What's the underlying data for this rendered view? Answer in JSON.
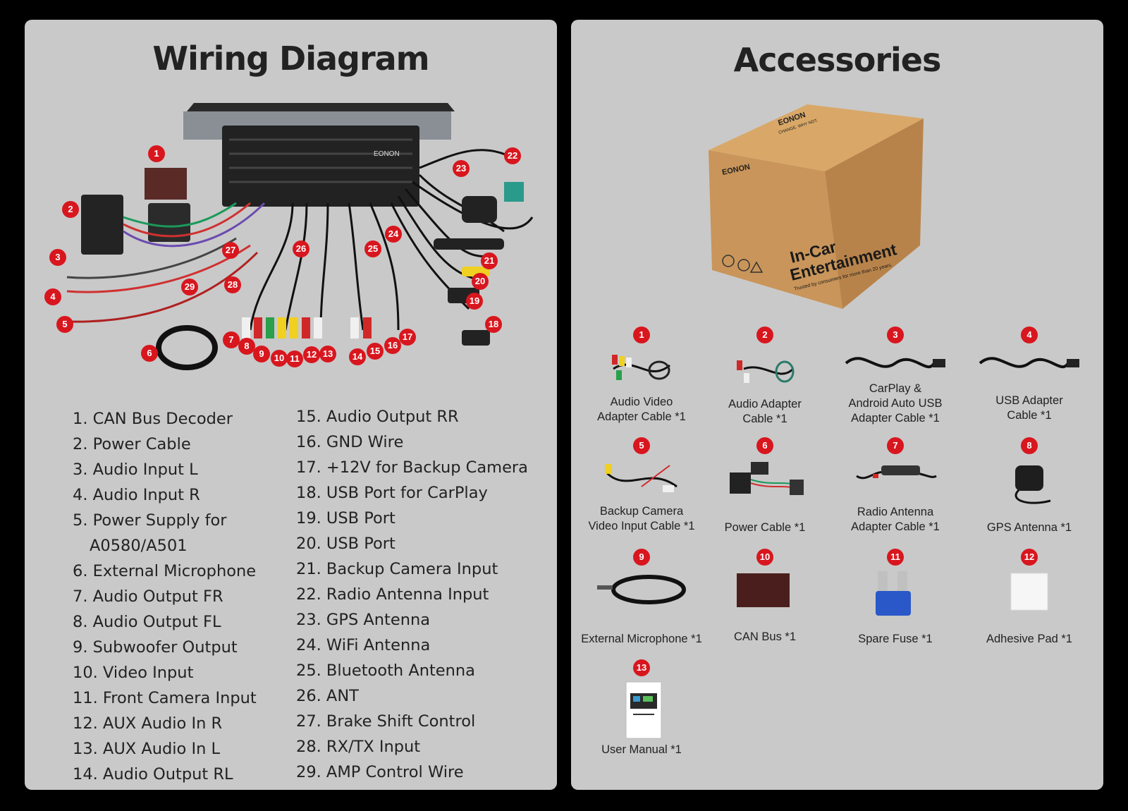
{
  "wiring": {
    "title": "Wiring Diagram",
    "brand_text": "EONON",
    "callouts": [
      "1",
      "2",
      "3",
      "4",
      "5",
      "6",
      "7",
      "8",
      "9",
      "10",
      "11",
      "12",
      "13",
      "14",
      "15",
      "16",
      "17",
      "18",
      "19",
      "20",
      "21",
      "22",
      "23",
      "24",
      "25",
      "26",
      "27",
      "28",
      "29"
    ],
    "legend_left": [
      "1. CAN Bus Decoder",
      "2. Power Cable",
      "3. Audio Input L",
      "4. Audio Input R",
      "5. Power Supply for",
      "A0580/A501",
      "6. External Microphone",
      "7. Audio Output FR",
      "8. Audio Output FL",
      "9. Subwoofer Output",
      "10. Video Input",
      "11. Front Camera Input",
      "12. AUX Audio In R",
      "13. AUX Audio In L",
      "14. Audio Output RL"
    ],
    "legend_right": [
      "15. Audio Output RR",
      "16. GND Wire",
      "17. +12V for Backup Camera",
      "18. USB Port for CarPlay",
      "19. USB Port",
      "20. USB Port",
      "21. Backup Camera Input",
      "22. Radio Antenna Input",
      "23. GPS Antenna",
      "24. WiFi Antenna",
      "25. Bluetooth Antenna",
      "26. ANT",
      "27. Brake Shift Control",
      "28. RX/TX Input",
      "29. AMP Control Wire"
    ]
  },
  "accessories": {
    "title": "Accessories",
    "box": {
      "brand": "EONON",
      "slogan": "CHANGE. WHY NOT.",
      "headline_1": "In-Car",
      "headline_2": "Entertainment",
      "tagline": "Trusted by consumers for more than 20 years."
    },
    "items": [
      {
        "num": "1",
        "label": "Audio Video\nAdapter Cable *1",
        "icon": "av-cable-icon"
      },
      {
        "num": "2",
        "label": "Audio Adapter\nCable *1",
        "icon": "audio-cable-icon"
      },
      {
        "num": "3",
        "label": "CarPlay &\nAndroid Auto USB\nAdapter Cable *1",
        "icon": "usb-cable-icon"
      },
      {
        "num": "4",
        "label": "USB Adapter\nCable *1",
        "icon": "usb-cable-icon"
      },
      {
        "num": "5",
        "label": "Backup Camera\nVideo Input Cable *1",
        "icon": "camera-cable-icon"
      },
      {
        "num": "6",
        "label": "Power Cable *1",
        "icon": "power-harness-icon"
      },
      {
        "num": "7",
        "label": "Radio Antenna\nAdapter Cable *1",
        "icon": "antenna-cable-icon"
      },
      {
        "num": "8",
        "label": "GPS Antenna *1",
        "icon": "gps-antenna-icon"
      },
      {
        "num": "9",
        "label": "External Microphone *1",
        "icon": "microphone-icon"
      },
      {
        "num": "10",
        "label": "CAN Bus *1",
        "icon": "canbus-box-icon"
      },
      {
        "num": "11",
        "label": "Spare Fuse *1",
        "icon": "fuse-icon"
      },
      {
        "num": "12",
        "label": "Adhesive Pad *1",
        "icon": "adhesive-pad-icon"
      },
      {
        "num": "13",
        "label": "User Manual *1",
        "icon": "manual-icon"
      }
    ]
  },
  "colors": {
    "panel": "#c9c9c9",
    "background": "#000000",
    "badge": "#d8161e",
    "text": "#222222"
  }
}
